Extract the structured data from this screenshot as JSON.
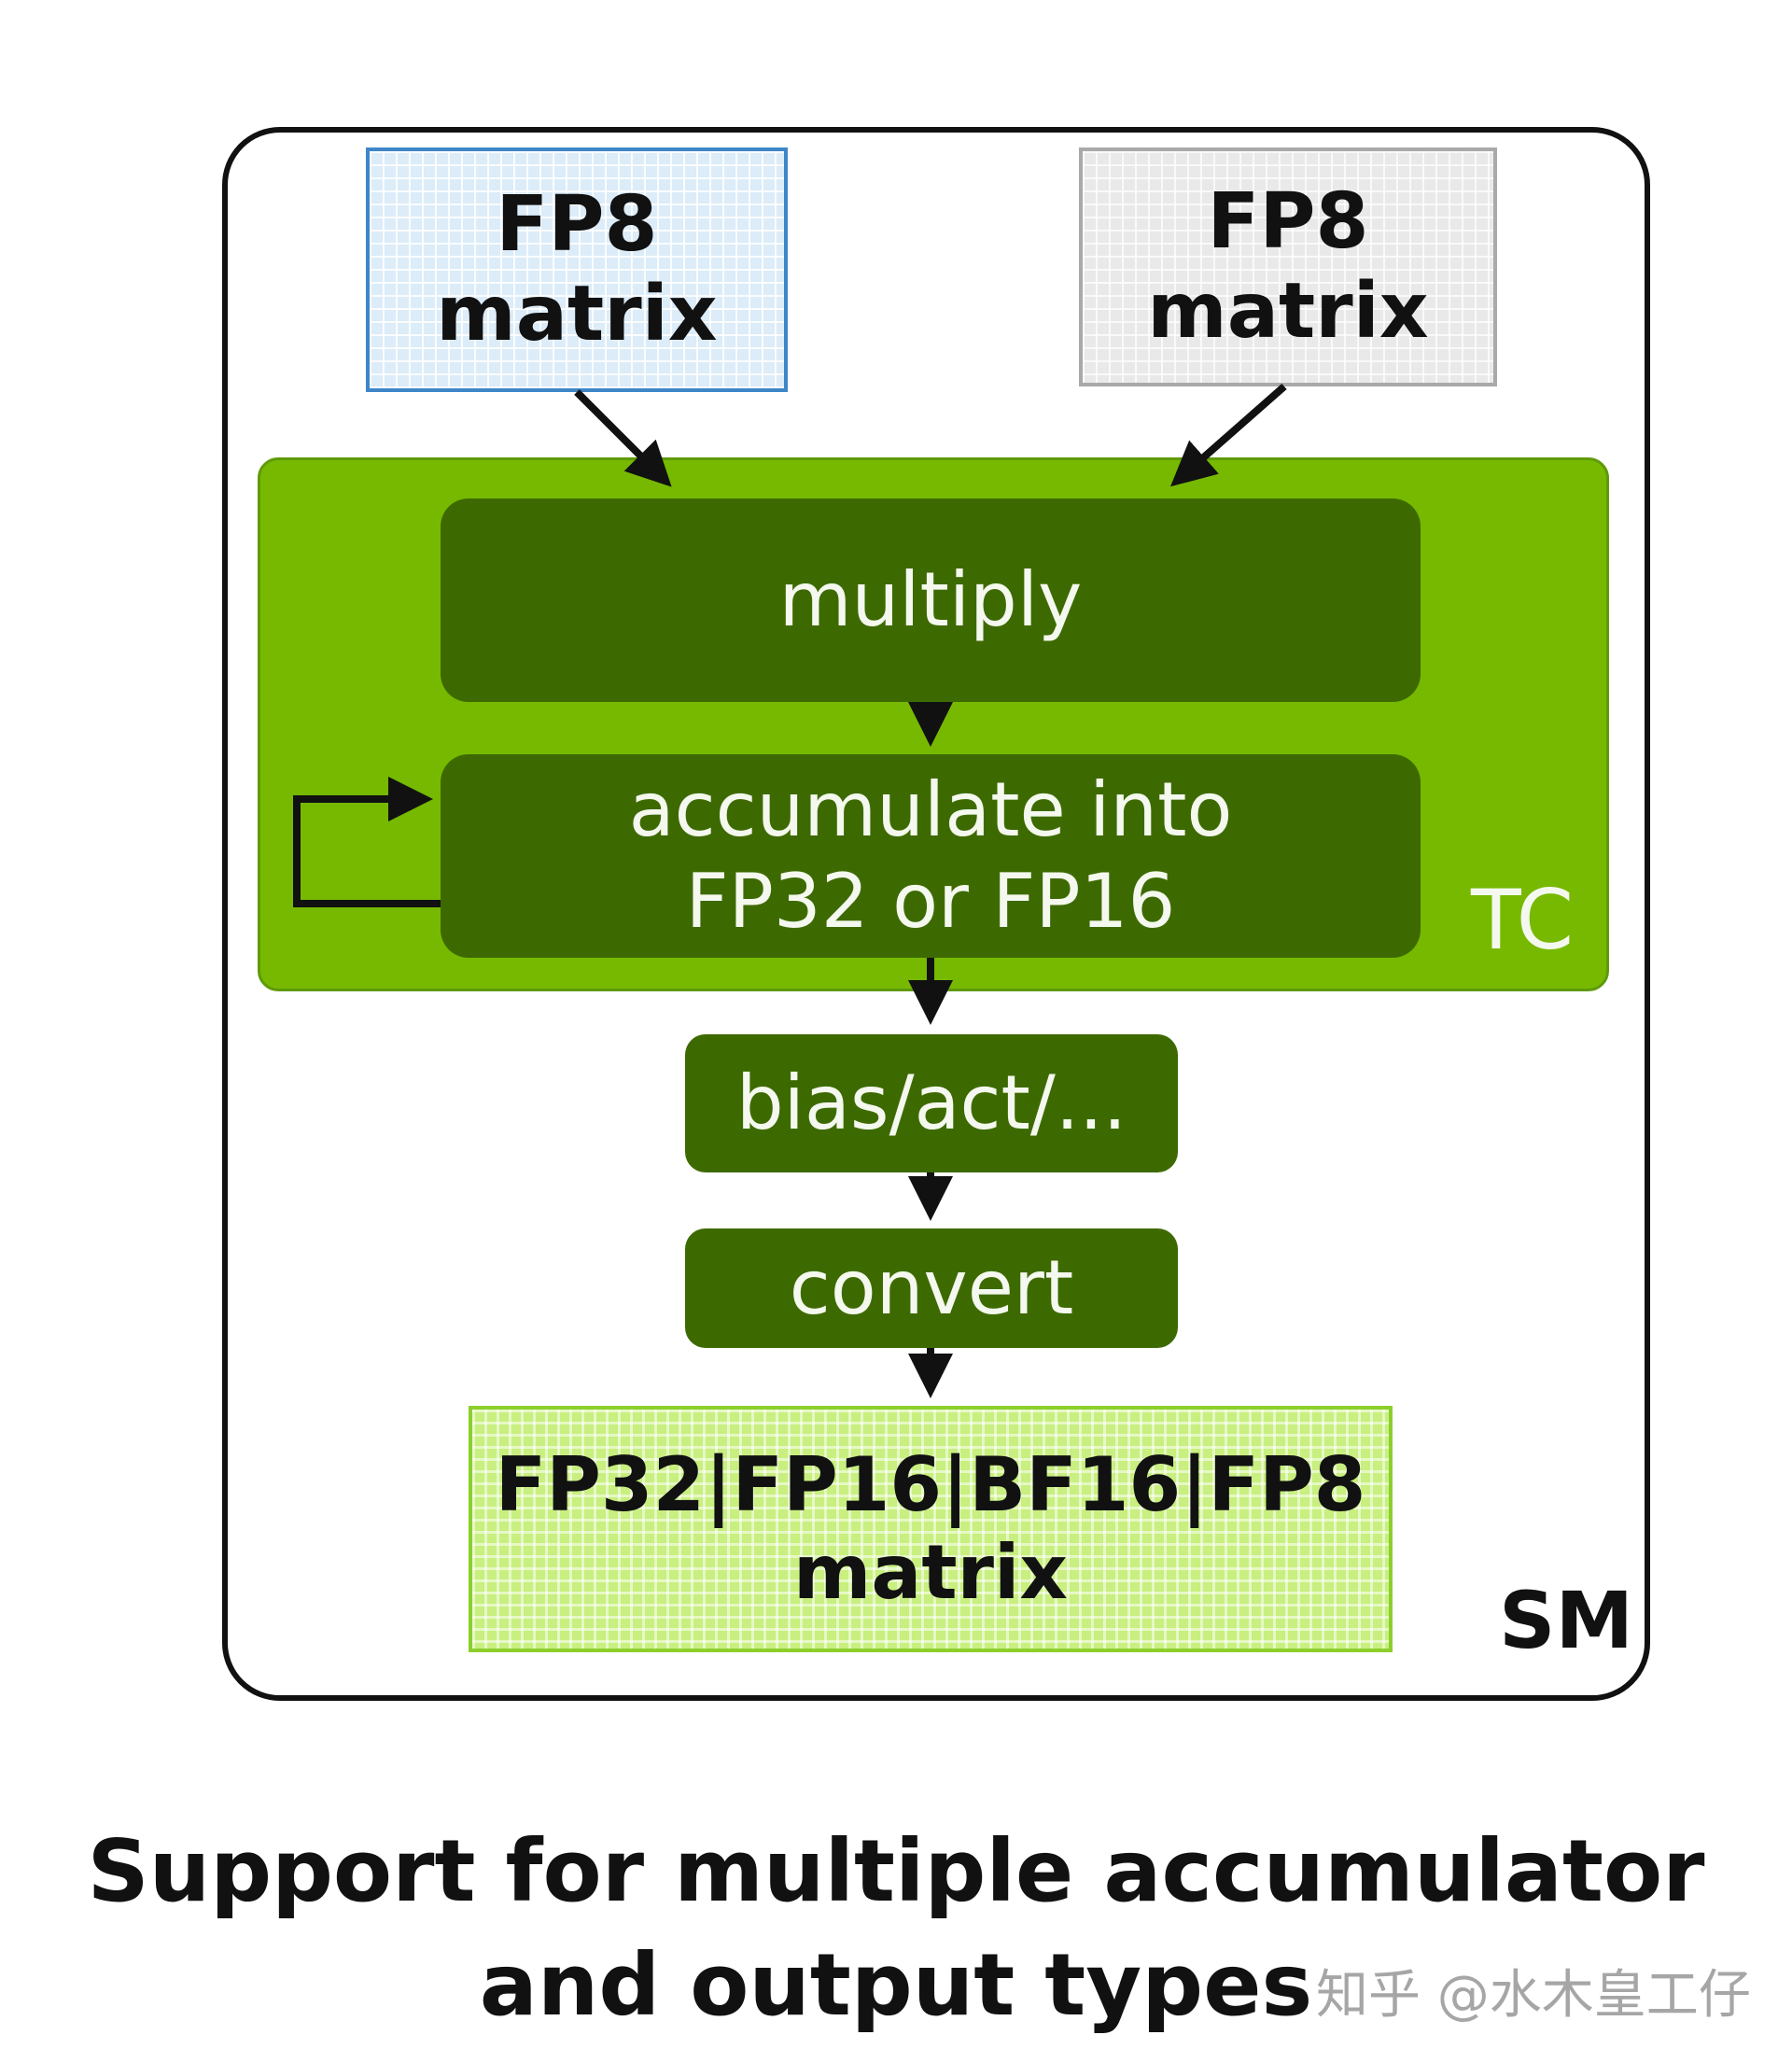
{
  "inputs": {
    "a": {
      "line1": "FP8",
      "line2": "matrix"
    },
    "b": {
      "line1": "FP8",
      "line2": "matrix"
    }
  },
  "tensor_core": {
    "label": "TC",
    "multiply": "multiply",
    "accumulate": {
      "line1": "accumulate into",
      "line2": "FP32 or FP16"
    }
  },
  "pipeline": {
    "bias": "bias/act/...",
    "convert": "convert"
  },
  "output": {
    "line1": "FP32|FP16|BF16|FP8",
    "line2": "matrix"
  },
  "sm_label": "SM",
  "caption": {
    "line1": "Support for multiple accumulator",
    "line2": "and output types"
  },
  "watermark": "知乎 @水木皇工仔",
  "colors": {
    "tc_green": "#76b900",
    "dark_green": "#3d6a00",
    "output_green": "#c8ef7f",
    "input_blue": "#dcecf8",
    "input_gray": "#e9e9e9"
  }
}
